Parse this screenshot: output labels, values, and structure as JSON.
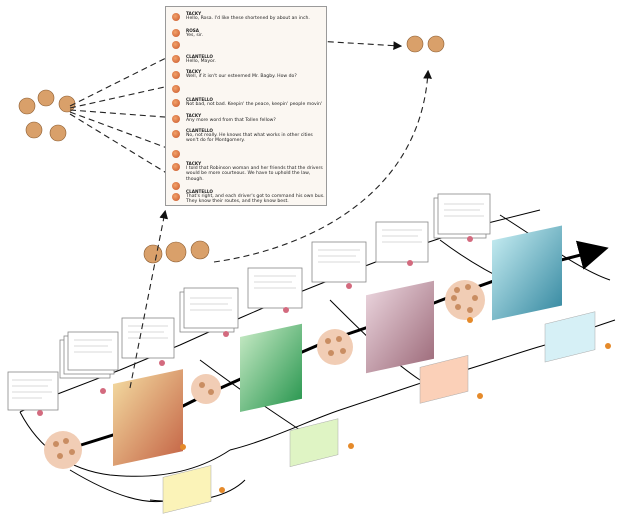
{
  "dialogue": {
    "lines": [
      {
        "speaker": "TACKY",
        "text": "Hello, Rosa. I'd like these shortened by about an inch."
      },
      {
        "speaker": "ROSA",
        "text": "Yes, sir."
      },
      {
        "speaker": "",
        "text": ""
      },
      {
        "speaker": "CLANTELLO",
        "text": "Hello, Mayor."
      },
      {
        "speaker": "TACKY",
        "text": "Well, if it isn't our esteemed Mr. Bagby. How do?"
      },
      {
        "speaker": "",
        "text": ""
      },
      {
        "speaker": "CLANTELLO",
        "text": "Not bad, not bad. Keepin' the peace, keepin' people movin'"
      },
      {
        "speaker": "TACKY",
        "text": "Any more word from that Tollen fellow?"
      },
      {
        "speaker": "CLANTELLO",
        "text": "No, not really. He knows that what works in other cities won't do for Montgomery."
      },
      {
        "speaker": "",
        "text": ""
      },
      {
        "speaker": "TACKY",
        "text": "I told that Robinson woman and her friends that the drivers would be more courteous. We have to uphold the law, though."
      },
      {
        "speaker": "",
        "text": ""
      },
      {
        "speaker": "CLANTELLO",
        "text": "That's right, and each driver's got to command his own bus. They know their routes, and they know best."
      }
    ]
  },
  "colors": {
    "arrow": "#111111",
    "dashed": "#222222",
    "face_disc": "#f1cdb5",
    "timeline": "#000000"
  }
}
